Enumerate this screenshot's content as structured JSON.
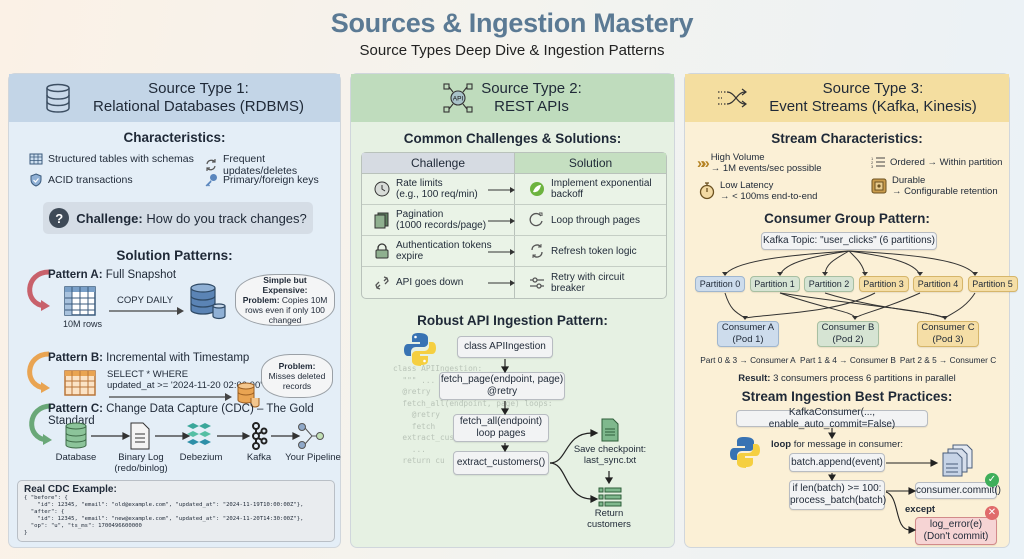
{
  "header": {
    "title": "Sources & Ingestion Mastery",
    "subtitle": "Source Types Deep Dive & Ingestion Patterns"
  },
  "colors": {
    "title": "#5b7a94",
    "rdbms_bg": "#e4eef7",
    "rest_bg": "#e6f1e3",
    "stream_bg": "#fbf0d6",
    "pattern_a": "#c8616b",
    "pattern_b": "#e9a452",
    "pattern_c": "#6aa878"
  },
  "rdbms": {
    "title_line1": "Source Type 1:",
    "title_line2": "Relational Databases (RDBMS)",
    "characteristics_heading": "Characteristics:",
    "characteristics": [
      {
        "icon": "table-icon",
        "label": "Structured tables with schemas"
      },
      {
        "icon": "refresh-icon",
        "label": "Frequent updates/deletes"
      },
      {
        "icon": "shield-icon",
        "label": "ACID transactions"
      },
      {
        "icon": "key-icon",
        "label": "Primary/foreign keys"
      }
    ],
    "challenge_label": "Challenge:",
    "challenge_text": "How do you track changes?",
    "solutions_heading": "Solution Patterns:",
    "pattern_a": {
      "label": "Pattern A:",
      "name": "Full Snapshot",
      "arrow_label": "COPY DAILY",
      "rows": "10M rows",
      "cloud_title": "Simple but Expensive:",
      "cloud_problem": "Problem:",
      "cloud_text": "Copies 10M rows even if only 100 changed"
    },
    "pattern_b": {
      "label": "Pattern B:",
      "name": "Incremental with Timestamp",
      "query_line1": "SELECT * WHERE",
      "query_line2": "updated_at >= '2024-11-20 02:00:00'",
      "cloud_title": "Problem:",
      "cloud_text": "Misses deleted records"
    },
    "pattern_c": {
      "label": "Pattern C:",
      "name": "Change Data Capture (CDC) – The Gold Standard",
      "steps": [
        {
          "label": "Database",
          "sub": ""
        },
        {
          "label": "Binary Log",
          "sub": "(redo/binlog)"
        },
        {
          "label": "Debezium",
          "sub": ""
        },
        {
          "label": "Kafka",
          "sub": ""
        },
        {
          "label": "Your Pipeline",
          "sub": ""
        }
      ]
    },
    "cdc_example": {
      "title": "Real CDC Example:",
      "lines": [
        "{ \"before\": {",
        "    \"id\": 12345, \"email\": \"old@example.com\", \"updated_at\": \"2024-11-19T10:00:00Z\"},",
        "  \"after\": {",
        "    \"id\": 12345, \"email\": \"new@example.com\", \"updated_at\": \"2024-11-20T14:30:00Z\"},",
        "  \"op\": \"u\", \"ts_ms\": 1700496600000",
        "}"
      ]
    }
  },
  "rest": {
    "title_line1": "Source Type 2:",
    "title_line2": "REST APIs",
    "icon_label": "API",
    "challenges_heading": "Common Challenges & Solutions:",
    "table_headers": [
      "Challenge",
      "Solution"
    ],
    "rows": [
      {
        "challenge": "Rate limits",
        "challenge_sub": "(e.g., 100 req/min)",
        "solution": "Implement exponential backoff"
      },
      {
        "challenge": "Pagination",
        "challenge_sub": "(1000 records/page)",
        "solution": "Loop through pages"
      },
      {
        "challenge": "Authentication tokens",
        "challenge_sub": "expire",
        "solution": "Refresh token logic"
      },
      {
        "challenge": "API goes down",
        "challenge_sub": "",
        "solution": "Retry with circuit breaker"
      }
    ],
    "pattern_heading": "Robust API Ingestion Pattern:",
    "flow": [
      {
        "line1": "class APIIngestion",
        "line2": ""
      },
      {
        "line1": "fetch_page(endpoint, page)",
        "line2": "@retry"
      },
      {
        "line1": "fetch_all(endpoint)",
        "line2": "loop pages"
      },
      {
        "line1": "extract_customers()",
        "line2": ""
      }
    ],
    "bg_code": [
      "class APIIngestion:",
      "  \"\"\" ...",
      "  @retry",
      "  fetch_all(endpoint, page) loops:",
      "    @retry",
      "    fetch          ps =[\"]",
      "  extract_customers(",
      "    ...",
      "  return cu"
    ],
    "checkpoint_line1": "Save checkpoint:",
    "checkpoint_line2": "last_sync.txt",
    "return_line1": "Return",
    "return_line2": "customers"
  },
  "stream": {
    "title_line1": "Source Type 3:",
    "title_line2": "Event Streams (Kafka, Kinesis)",
    "characteristics_heading": "Stream Characteristics:",
    "characteristics": [
      {
        "icon": "chevrons-icon",
        "line1": "High Volume",
        "line2": "→ 1M events/sec possible"
      },
      {
        "icon": "ordered-list-icon",
        "line1": "Ordered → Within partition",
        "line2": ""
      },
      {
        "icon": "stopwatch-icon",
        "line1": "Low Latency",
        "line2": "→ < 100ms end-to-end"
      },
      {
        "icon": "safe-icon",
        "line1": "Durable",
        "line2": "→ Configurable retention"
      }
    ],
    "consumer_heading": "Consumer Group Pattern:",
    "topic": "Kafka Topic: \"user_clicks\" (6 partitions)",
    "partitions": [
      "Partition 0",
      "Partition 1",
      "Partition 2",
      "Partition 3",
      "Partition 4",
      "Partition 5"
    ],
    "consumers": [
      {
        "name": "Consumer A",
        "pod": "(Pod 1)",
        "mapping": "Part 0 & 3 → Consumer A"
      },
      {
        "name": "Consumer B",
        "pod": "(Pod 2)",
        "mapping": "Part 1 & 4 → Consumer B"
      },
      {
        "name": "Consumer C",
        "pod": "(Pod 3)",
        "mapping": "Part 2 & 5 → Consumer C"
      }
    ],
    "result_label": "Result:",
    "result_text": "3 consumers process 6 partitions in parallel",
    "best_heading": "Stream Ingestion Best Practices:",
    "consumer_init": "KafkaConsumer(..., enable_auto_commit=False)",
    "loop_kw": "loop",
    "loop_text": "for message in consumer:",
    "append": "batch.append(event)",
    "cond_line1": "if len(batch) >= 100:",
    "cond_line2": "process_batch(batch)",
    "commit": "consumer.commit()",
    "except_label": "except",
    "error_line1": "log_error(e)",
    "error_line2": "(Don't commit)"
  }
}
